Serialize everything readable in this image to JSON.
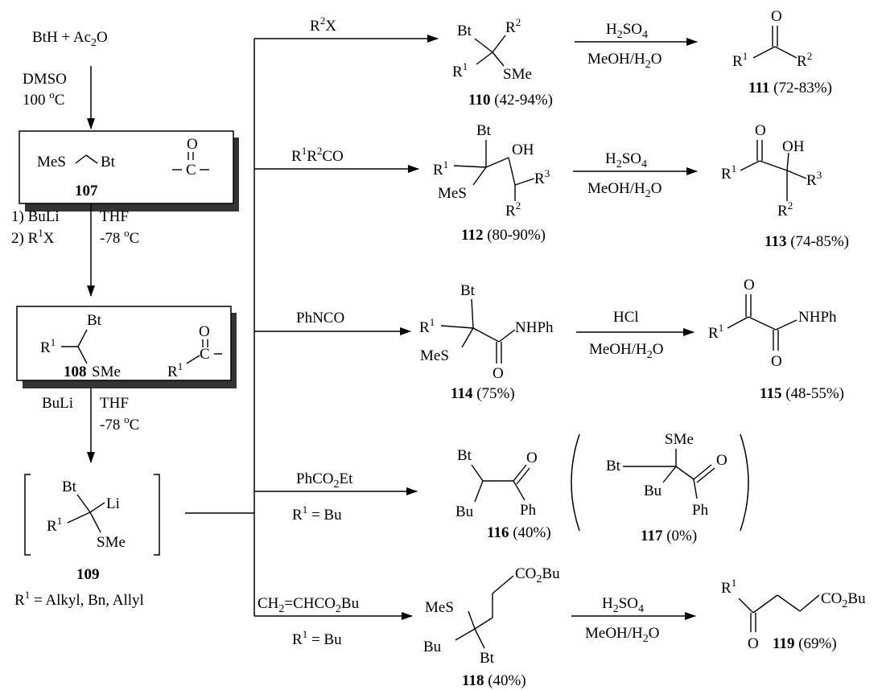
{
  "scheme": {
    "start": {
      "bth": "BtH",
      "plus": "+",
      "ac": "Ac",
      "ac_sub": "2",
      "ac_o": "O"
    },
    "step1": {
      "solvent": "DMSO",
      "temp_num": "100 ",
      "temp_deg": "o",
      "temp_c": "C"
    },
    "c107": {
      "mes": "MeS",
      "bt": "Bt",
      "number": "107",
      "o": "O",
      "c": "C"
    },
    "step2": {
      "line1": "1) BuLi",
      "line2_pre": "2) R",
      "line2_sup": "1",
      "line2_post": "X",
      "solvent": "THF",
      "temp_num": "-78 ",
      "temp_deg": "o",
      "temp_c": "C"
    },
    "c108": {
      "r": "R",
      "r_sup": "1",
      "bt": "Bt",
      "sme": "SMe",
      "number": "108",
      "o": "O",
      "c": "C"
    },
    "step3": {
      "reagent": "BuLi",
      "solvent": "THF",
      "temp_num": "-78 ",
      "temp_deg": "o",
      "temp_c": "C"
    },
    "c109": {
      "bt": "Bt",
      "li": "Li",
      "r": "R",
      "r_sup": "1",
      "sme": "SMe",
      "number": "109"
    },
    "r1_def": {
      "r": "R",
      "sup": "1",
      "text": " = Alkyl, Bn, Allyl"
    },
    "rows": [
      {
        "reagent": {
          "r": "R",
          "sup": "2",
          "post": "X"
        }
      },
      {
        "reagent": {
          "r": "R",
          "sup1": "1",
          "r2": "R",
          "sup2": "2",
          "post": "CO"
        }
      },
      {
        "reagent": "PhNCO"
      },
      {
        "reagent": {
          "pre": "PhCO",
          "sub": "2",
          "post": "Et"
        },
        "condition": {
          "r": "R",
          "sup": "1",
          "post": " = Bu"
        }
      },
      {
        "reagent": {
          "pre": "CH",
          "sub1": "2",
          "mid": "=CHCO",
          "sub2": "2",
          "post": "Bu"
        },
        "condition": {
          "r": "R",
          "sup": "1",
          "post": " = Bu"
        }
      }
    ],
    "conditions": {
      "acid1": {
        "pre": "H",
        "sub": "2",
        "post": "SO",
        "sub2": "4"
      },
      "solv": {
        "pre": "MeOH/H",
        "sub": "2",
        "post": "O"
      },
      "hcl": "HCl"
    },
    "labels": {
      "bt": "Bt",
      "r": "R",
      "sme": "SMe",
      "mes": "MeS",
      "oh": "OH",
      "o": "O",
      "nhph": "NHPh",
      "ph": "Ph",
      "bu": "Bu",
      "co2bu_pre": "CO",
      "co2bu_sub": "2",
      "co2bu_post": "Bu",
      "sup1": "1",
      "sup2": "2",
      "sup3": "3"
    },
    "compounds": [
      {
        "number": "110",
        "yield": " (42-94%)"
      },
      {
        "number": "111",
        "yield": " (72-83%)"
      },
      {
        "number": "112",
        "yield": " (80-90%)"
      },
      {
        "number": "113",
        "yield": " (74-85%)"
      },
      {
        "number": "114",
        "yield": " (75%)"
      },
      {
        "number": "115",
        "yield": " (48-55%)"
      },
      {
        "number": "116",
        "yield": " (40%)"
      },
      {
        "number": "117",
        "yield": " (0%)"
      },
      {
        "number": "118",
        "yield": " (40%)"
      },
      {
        "number": "119",
        "yield": " (69%)"
      }
    ]
  }
}
